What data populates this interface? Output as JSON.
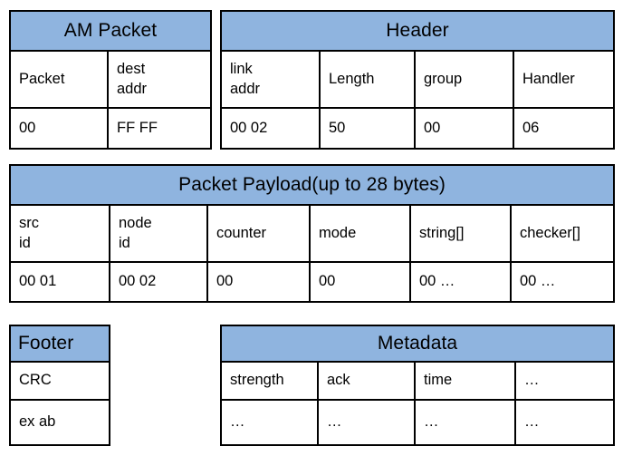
{
  "diagram": {
    "accent_color": "#8fb4df",
    "border_color": "#000000",
    "background_color": "#ffffff"
  },
  "am_packet": {
    "title": "AM Packet",
    "headers": [
      "Packet",
      "dest addr"
    ],
    "header_lines": [
      [
        "Packet"
      ],
      [
        "dest",
        "addr"
      ]
    ],
    "values": [
      "00",
      "FF FF"
    ]
  },
  "header": {
    "title": "Header",
    "headers": [
      "link addr",
      "Length",
      "group",
      "Handler"
    ],
    "header_lines": [
      [
        "link",
        "addr"
      ],
      [
        "Length"
      ],
      [
        "group"
      ],
      [
        "Handler"
      ]
    ],
    "values": [
      "00 02",
      "50",
      "00",
      "06"
    ]
  },
  "payload": {
    "title": "Packet Payload(up to 28 bytes)",
    "headers": [
      "src id",
      "node id",
      "counter",
      "mode",
      "string[]",
      "checker[]"
    ],
    "header_lines": [
      [
        "src",
        "id"
      ],
      [
        "node",
        "id"
      ],
      [
        "counter"
      ],
      [
        "mode"
      ],
      [
        "string[]"
      ],
      [
        "checker[]"
      ]
    ],
    "values": [
      "00 01",
      "00 02",
      "00",
      "00",
      "00 …",
      "00 …"
    ]
  },
  "footer": {
    "title": "Footer",
    "rows": [
      "CRC",
      "ex ab"
    ]
  },
  "metadata": {
    "title": "Metadata",
    "headers": [
      "strength",
      "ack",
      "time",
      "…"
    ],
    "values": [
      "…",
      "…",
      "…",
      "…"
    ]
  }
}
